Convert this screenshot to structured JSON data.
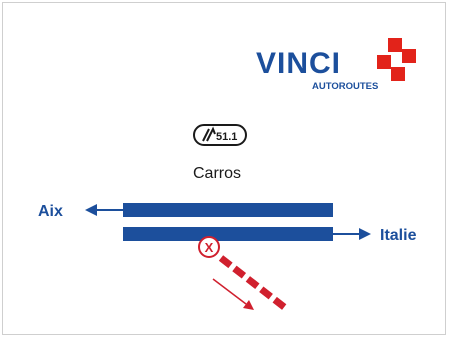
{
  "brand": {
    "name": "VINCI",
    "tagline": "AUTOROUTES",
    "colors": {
      "blue": "#1c4f9c",
      "red": "#e2231a"
    }
  },
  "exit": {
    "number": "51.1",
    "icon": "exit-icon",
    "destination": "Carros"
  },
  "directions": {
    "west": "Aix",
    "east": "Italie"
  },
  "closure": {
    "symbol": "X",
    "color": "#d0202e",
    "status": "closed"
  },
  "colors": {
    "road": "#1c4f9c",
    "label": "#1c4f9c",
    "text": "#1a1a1a"
  }
}
